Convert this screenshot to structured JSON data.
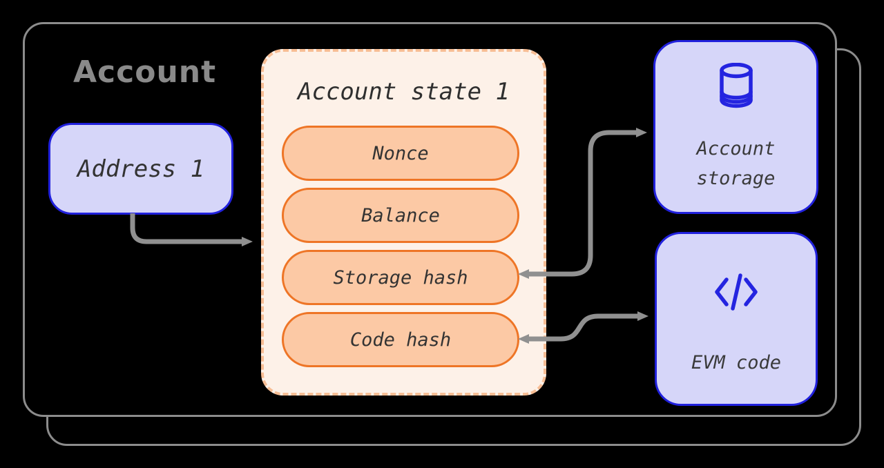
{
  "container": {
    "label": "Account"
  },
  "address": {
    "label": "Address 1"
  },
  "state": {
    "title": "Account state 1",
    "fields": [
      "Nonce",
      "Balance",
      "Storage hash",
      "Code hash"
    ]
  },
  "storage": {
    "label": "Account storage",
    "icon": "database-icon"
  },
  "code": {
    "label": "EVM code",
    "icon": "code-icon"
  },
  "arrows": [
    {
      "from": "address-node",
      "to": "account-state-node",
      "heads": "end"
    },
    {
      "from": "account-state-node",
      "to": "account-storage-node",
      "heads": "both",
      "touches": "Storage hash"
    },
    {
      "from": "account-state-node",
      "to": "evm-code-node",
      "heads": "both",
      "touches": "Code hash"
    }
  ],
  "colors": {
    "background": "#000000",
    "container_border": "#8c8c8c",
    "container_label": "#8a8a8a",
    "node_fill": "#d6d6f9",
    "node_border": "#2121dd",
    "state_fill": "#fdf1e8",
    "state_border_dashed": "#f7bd94",
    "pill_fill": "#fcc9a5",
    "pill_border": "#ee7526",
    "arrow_gray": "#909090",
    "text_dark": "#333333",
    "icon_blue": "#2424e0"
  }
}
